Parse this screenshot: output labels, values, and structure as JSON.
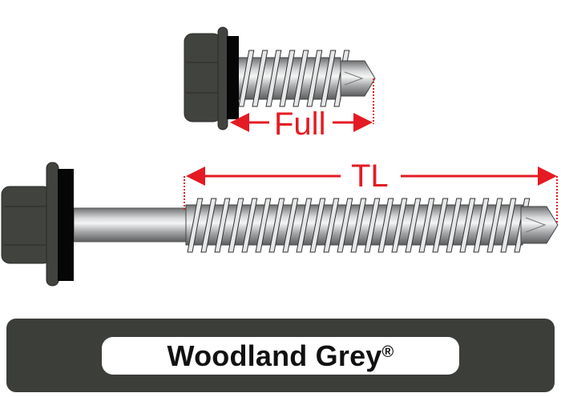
{
  "labels": {
    "full": "Full",
    "tl": "TL"
  },
  "product": {
    "name": "Woodland Grey",
    "mark": "®"
  },
  "colors": {
    "head": "#41433f",
    "washer": "#060606",
    "dimension": "#e41b23",
    "banner": "#3c3e3a",
    "steel": "#b8babb"
  },
  "icons": [
    "short-screw-icon",
    "long-screw-icon"
  ]
}
